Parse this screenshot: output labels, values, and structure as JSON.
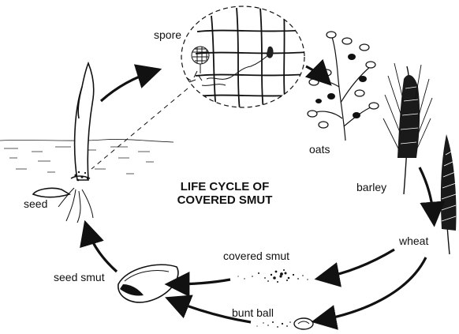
{
  "diagram": {
    "title_line1": "LIFE CYCLE OF",
    "title_line2": "COVERED SMUT",
    "labels": {
      "spore": "spore",
      "oats": "oats",
      "barley": "barley",
      "wheat": "wheat",
      "covered_smut": "covered smut",
      "bunt_ball": "bunt ball",
      "seed_smut": "seed smut",
      "seed": "seed"
    }
  }
}
